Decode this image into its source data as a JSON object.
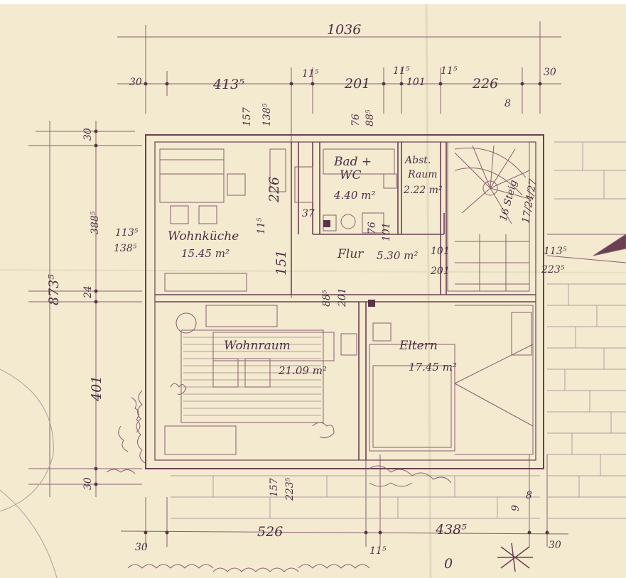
{
  "colors": {
    "paper": "#f3ead0",
    "ink": "#6b3f52",
    "text": "#4f2f45"
  },
  "dimensions": {
    "total_width": "1036",
    "top": {
      "d1": "30",
      "d2": "413⁵",
      "d3": "11⁵",
      "d4": "201",
      "d5": "11⁵",
      "d6": "101",
      "d7": "11⁵",
      "d8": "226",
      "d9": "30",
      "d10": "8"
    },
    "verticals_top": {
      "v157": "157",
      "v138": "138⁵",
      "v76": "76",
      "v88": "88⁵",
      "v226": "226",
      "v11": "11⁵",
      "v151": "151",
      "v37": "37",
      "v76b": "76",
      "v101": "101",
      "v88b": "88⁵",
      "v201": "201"
    },
    "left": {
      "l30": "30",
      "l388": "388⁵",
      "l113": "113⁵",
      "l138": "138⁵",
      "l873": "873⁵",
      "l24": "24",
      "l401": "401",
      "l30b": "30"
    },
    "right": {
      "r113": "113⁵",
      "r223": "223⁵",
      "r101": "101",
      "r201": "201"
    },
    "bottom": {
      "b157": "157",
      "b223": "223⁵",
      "b30": "30",
      "b526": "526",
      "b11": "11⁵",
      "b438": "438⁵",
      "b30r": "30",
      "b8": "8",
      "b0": "0",
      "b9": "9"
    }
  },
  "rooms": {
    "wohnkueche": {
      "name": "Wohnküche",
      "area": "15.45 m²"
    },
    "bad": {
      "name1": "Bad +",
      "name2": "WC",
      "area": "4.40 m²"
    },
    "abst": {
      "name1": "Abst.",
      "name2": "Raum",
      "area": "2.22 m²"
    },
    "flur": {
      "name": "Flur",
      "area": "5.30 m²"
    },
    "wohnraum": {
      "name": "Wohnraum",
      "area": "21.09 m²"
    },
    "eltern": {
      "name": "Eltern",
      "area": "17.45 m²"
    },
    "stair": {
      "label": "16 Steig",
      "ratio": "17/24/27"
    }
  }
}
